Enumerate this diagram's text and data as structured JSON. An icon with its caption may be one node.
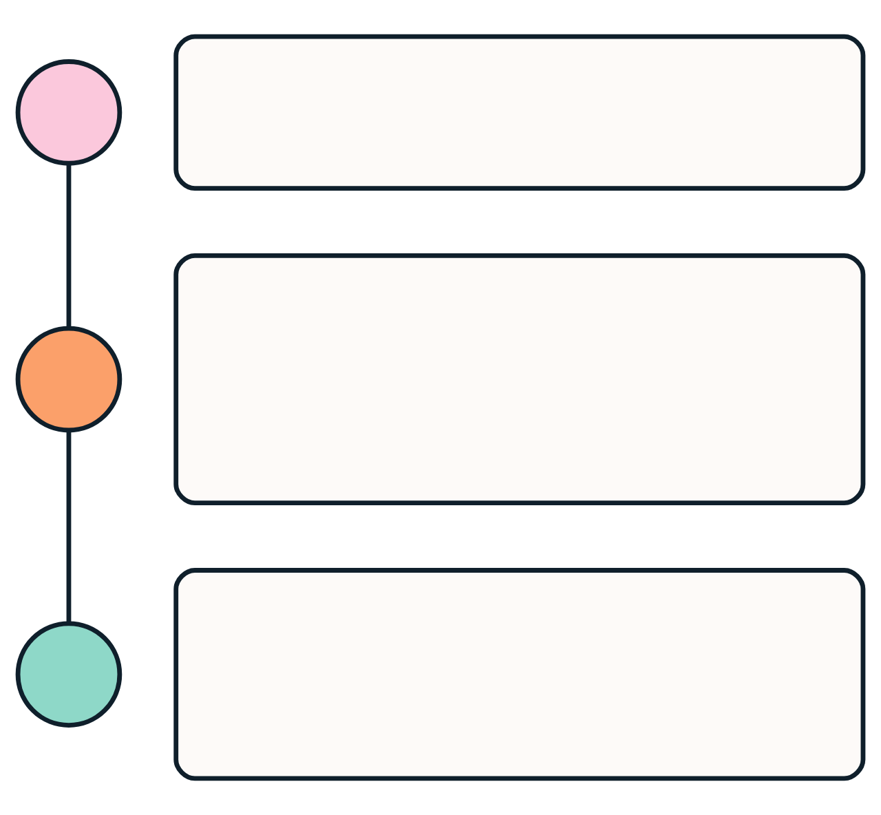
{
  "diagram": {
    "nodes": [
      {
        "text": [],
        "shape": "circle"
      },
      {
        "text": [],
        "shape": "box"
      },
      {
        "text": [],
        "shape": "circle"
      },
      {
        "text": [],
        "shape": "box"
      },
      {
        "text": [],
        "shape": "circle"
      },
      {
        "text": [],
        "shape": "box"
      }
    ],
    "edges": [
      {
        "from": 0,
        "to": 2,
        "arrow": "none"
      },
      {
        "from": 2,
        "to": 4,
        "arrow": "none"
      }
    ]
  }
}
